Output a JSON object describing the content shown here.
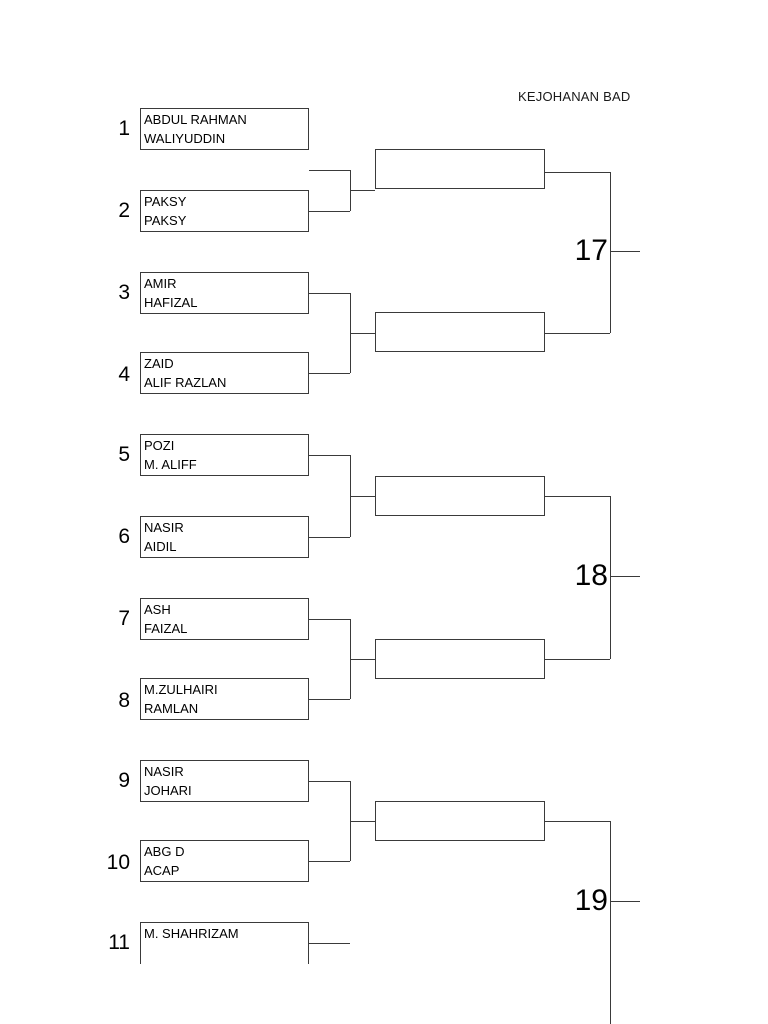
{
  "document": {
    "title": "KEJOHANAN BAD",
    "title_truncated": true
  },
  "bracket": {
    "round1": [
      {
        "seed": "1",
        "line1": "ABDUL RAHMAN",
        "line2": "WALIYUDDIN"
      },
      {
        "seed": "2",
        "line1": "PAKSY",
        "line2": "PAKSY"
      },
      {
        "seed": "3",
        "line1": "AMIR",
        "line2": "HAFIZAL"
      },
      {
        "seed": "4",
        "line1": "ZAID",
        "line2": "ALIF RAZLAN"
      },
      {
        "seed": "5",
        "line1": "POZI",
        "line2": "M. ALIFF"
      },
      {
        "seed": "6",
        "line1": "NASIR",
        "line2": "AIDIL"
      },
      {
        "seed": "7",
        "line1": "ASH",
        "line2": "FAIZAL"
      },
      {
        "seed": "8",
        "line1": "M.ZULHAIRI",
        "line2": "RAMLAN"
      },
      {
        "seed": "9",
        "line1": "NASIR",
        "line2": "JOHARI"
      },
      {
        "seed": "10",
        "line1": "ABG D",
        "line2": "ACAP"
      },
      {
        "seed": "11",
        "line1": "M. SHAHRIZAM",
        "line2": ""
      }
    ],
    "round2": [
      {
        "label": ""
      },
      {
        "label": ""
      },
      {
        "label": ""
      },
      {
        "label": ""
      },
      {
        "label": ""
      }
    ],
    "round3": [
      {
        "match": "17"
      },
      {
        "match": "18"
      },
      {
        "match": "19"
      }
    ]
  }
}
